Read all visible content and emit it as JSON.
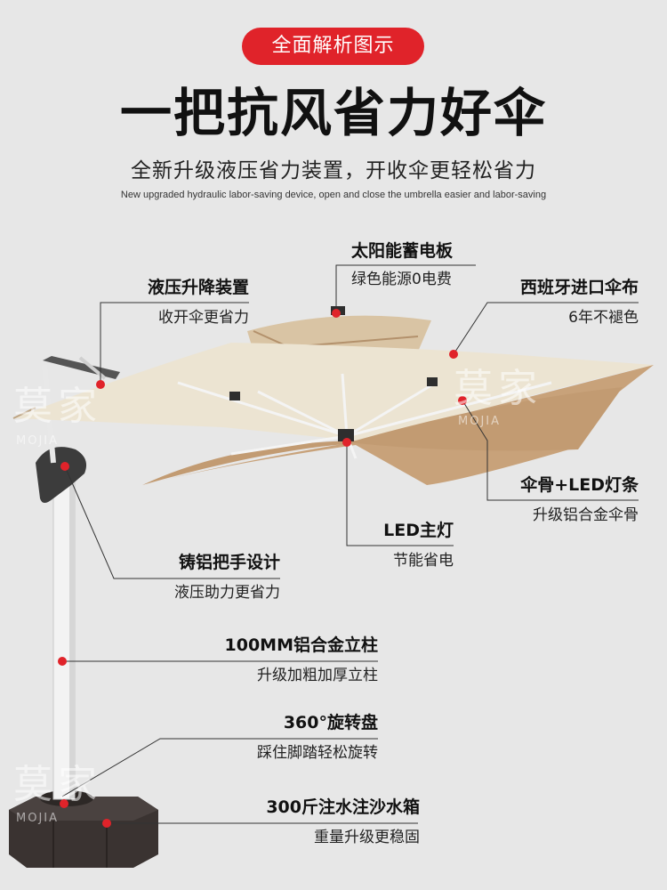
{
  "header": {
    "badge": "全面解析图示",
    "title": "一把抗风省力好伞",
    "subtitle": "全新升级液压省力装置，开收伞更轻松省力",
    "subtitle_en": "New upgraded hydraulic labor-saving device, open and close the umbrella easier and labor-saving"
  },
  "watermark": {
    "cn": "莫家",
    "en": "MOJIA"
  },
  "callouts": {
    "solar": {
      "title": "太阳能蓄电板",
      "desc": "绿色能源0电费"
    },
    "hydraulic": {
      "title": "液压升降装置",
      "desc": "收开伞更省力"
    },
    "fabric": {
      "title": "西班牙进口伞布",
      "desc": "6年不褪色"
    },
    "ribs": {
      "title": "伞骨+LED灯条",
      "desc": "升级铝合金伞骨"
    },
    "led": {
      "title": "LED主灯",
      "desc": "节能省电"
    },
    "handle": {
      "title": "铸铝把手设计",
      "desc": "液压助力更省力"
    },
    "pole": {
      "title": "100MM铝合金立柱",
      "desc": "升级加粗加厚立柱"
    },
    "base": {
      "title": "360°旋转盘",
      "desc": "踩住脚踏轻松旋转"
    },
    "tank": {
      "title": "300斤注水注沙水箱",
      "desc": "重量升级更稳固"
    }
  },
  "colors": {
    "accent": "#e0232a",
    "canopy_top": "#ebe0cc",
    "canopy_under": "#c8a27a",
    "pole": "#f2f2f2",
    "base": "#3a3331"
  }
}
